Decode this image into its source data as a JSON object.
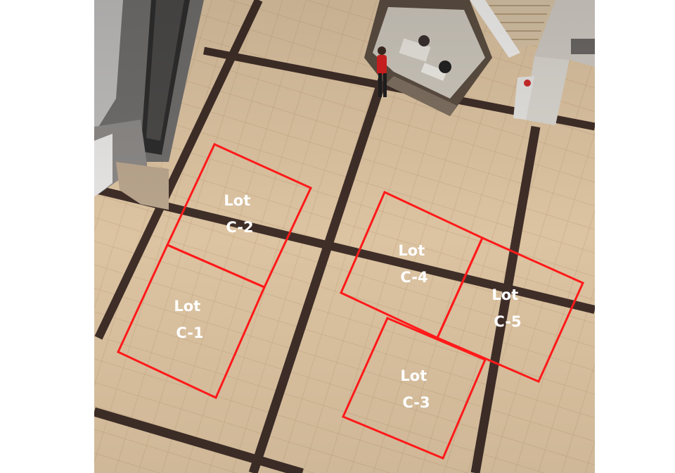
{
  "image": {
    "description_free": true,
    "colors": {
      "floor": "#d9bf9c",
      "floor_light": "#e6d2b3",
      "grout": "#c9ad8a",
      "band": "#3f2e28",
      "outline": "#ff1a1a",
      "label": "#ffffff"
    }
  },
  "lots": [
    {
      "id": "c1",
      "line1": "Lot",
      "line2": "C-1"
    },
    {
      "id": "c2",
      "line1": "Lot",
      "line2": "C-2"
    },
    {
      "id": "c3",
      "line1": "Lot",
      "line2": "C-3"
    },
    {
      "id": "c4",
      "line1": "Lot",
      "line2": "C-4"
    },
    {
      "id": "c5",
      "line1": "Lot",
      "line2": "C-5"
    }
  ]
}
